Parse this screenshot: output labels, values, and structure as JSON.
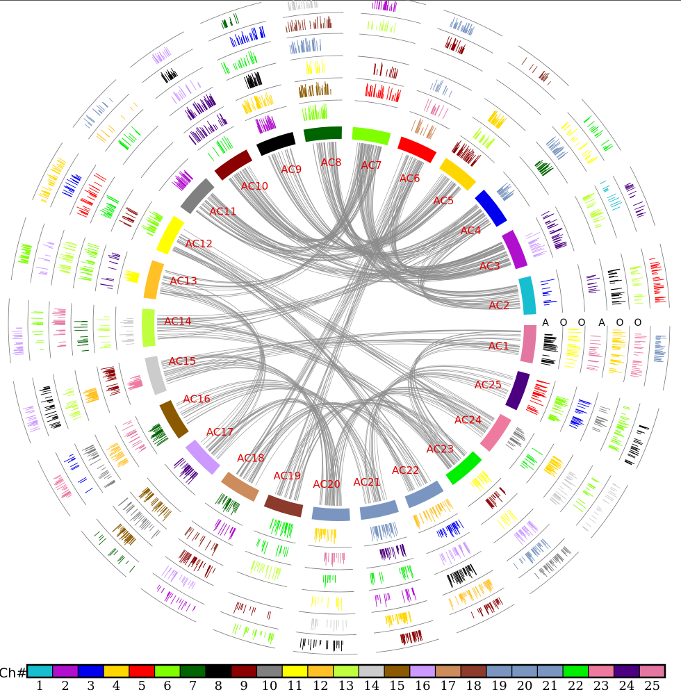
{
  "chromosomes": [
    {
      "name": "AC1",
      "color": "#e377a2"
    },
    {
      "name": "AC2",
      "color": "#17becf"
    },
    {
      "name": "AC3",
      "color": "#b10fce"
    },
    {
      "name": "AC4",
      "color": "#0000ee"
    },
    {
      "name": "AC5",
      "color": "#ffd700"
    },
    {
      "name": "AC6",
      "color": "#ff0000"
    },
    {
      "name": "AC7",
      "color": "#7fff00"
    },
    {
      "name": "AC8",
      "color": "#006400"
    },
    {
      "name": "AC9",
      "color": "#000000"
    },
    {
      "name": "AC10",
      "color": "#8b0000"
    },
    {
      "name": "AC11",
      "color": "#808080"
    },
    {
      "name": "AC12",
      "color": "#ffff00"
    },
    {
      "name": "AC13",
      "color": "#ffc125"
    },
    {
      "name": "AC14",
      "color": "#c0ff3e"
    },
    {
      "name": "AC15",
      "color": "#cccccc"
    },
    {
      "name": "AC16",
      "color": "#8b5a00"
    },
    {
      "name": "AC17",
      "color": "#cc99ff"
    },
    {
      "name": "AC18",
      "color": "#cd8c5c"
    },
    {
      "name": "AC19",
      "color": "#8b3a2b"
    },
    {
      "name": "AC20",
      "color": "#7a96c0"
    },
    {
      "name": "AC21",
      "color": "#7a96c0"
    },
    {
      "name": "AC22",
      "color": "#7a96c0"
    },
    {
      "name": "AC23",
      "color": "#00ee00"
    },
    {
      "name": "AC24",
      "color": "#ee7aa0"
    },
    {
      "name": "AC25",
      "color": "#4b0082"
    }
  ],
  "track_labels": [
    "A",
    "O",
    "O",
    "A",
    "O",
    "O"
  ],
  "legend": {
    "title": "Ch#",
    "items": [
      {
        "label": "1",
        "color": "#17becf"
      },
      {
        "label": "2",
        "color": "#b10fce"
      },
      {
        "label": "3",
        "color": "#0000ee"
      },
      {
        "label": "4",
        "color": "#ffd700"
      },
      {
        "label": "5",
        "color": "#ff0000"
      },
      {
        "label": "6",
        "color": "#7fff00"
      },
      {
        "label": "7",
        "color": "#006400"
      },
      {
        "label": "8",
        "color": "#000000"
      },
      {
        "label": "9",
        "color": "#8b0000"
      },
      {
        "label": "10",
        "color": "#808080"
      },
      {
        "label": "11",
        "color": "#ffff00"
      },
      {
        "label": "12",
        "color": "#ffc125"
      },
      {
        "label": "13",
        "color": "#c0ff3e"
      },
      {
        "label": "14",
        "color": "#cccccc"
      },
      {
        "label": "15",
        "color": "#8b5a00"
      },
      {
        "label": "16",
        "color": "#cc99ff"
      },
      {
        "label": "17",
        "color": "#cd8c5c"
      },
      {
        "label": "18",
        "color": "#8b3a2b"
      },
      {
        "label": "19",
        "color": "#7a96c0"
      },
      {
        "label": "20",
        "color": "#7a96c0"
      },
      {
        "label": "21",
        "color": "#7a96c0"
      },
      {
        "label": "22",
        "color": "#00ee00"
      },
      {
        "label": "23",
        "color": "#ee7aa0"
      },
      {
        "label": "24",
        "color": "#4b0082"
      },
      {
        "label": "25",
        "color": "#e377a2"
      }
    ]
  },
  "link_color": "#8c8c8c"
}
